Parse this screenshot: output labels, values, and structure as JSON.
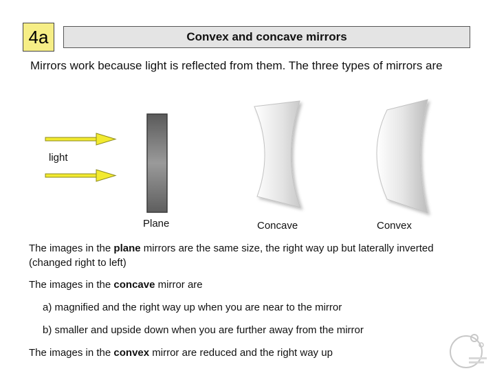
{
  "slide": {
    "number": "4a",
    "title": "Convex and concave mirrors"
  },
  "intro": "Mirrors work because light is reflected from them. The three types of mirrors are",
  "diagram": {
    "light_label": "light",
    "mirrors": [
      {
        "name": "plane",
        "label": "Plane"
      },
      {
        "name": "concave",
        "label": "Concave"
      },
      {
        "name": "convex",
        "label": "Convex"
      }
    ]
  },
  "plane_text": {
    "pre": "The images in the ",
    "keyword": "plane",
    "post": " mirrors are the same size, the right way up but laterally inverted (changed right to left)"
  },
  "concave_text": {
    "pre": "The images in the ",
    "keyword": "concave",
    "post": " mirror are"
  },
  "concave_points": [
    "a) magnified and the right way up when you are near to the mirror",
    "b) smaller and upside down when you are further away from the mirror"
  ],
  "convex_text": {
    "pre": "The images in the ",
    "keyword": "convex",
    "post": " mirror are reduced and the right way up"
  },
  "colors": {
    "number_box": "#f6ee86",
    "title_bar": "#e4e4e4",
    "arrow": "#f2ea30"
  }
}
